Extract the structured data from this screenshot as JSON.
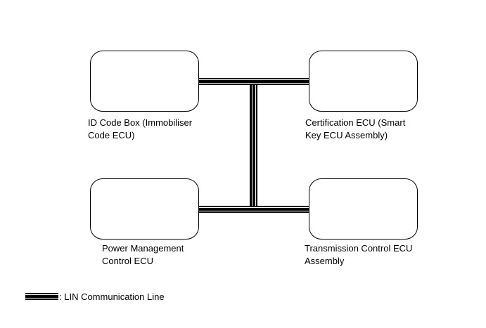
{
  "diagram": {
    "title_hint": "LIN communication network block diagram",
    "nodes": [
      {
        "id": "id-code-box",
        "label": "ID Code Box (Immobiliser\nCode ECU)"
      },
      {
        "id": "certification-ecu",
        "label": "Certification ECU (Smart\nKey ECU Assembly)"
      },
      {
        "id": "power-management-ecu",
        "label": "Power Management\nControl ECU"
      },
      {
        "id": "transmission-ecu",
        "label": "Transmission Control ECU\nAssembly"
      }
    ],
    "connections": [
      {
        "from": "id-code-box",
        "to": "certification-ecu",
        "type": "LIN"
      },
      {
        "from": "power-management-ecu",
        "to": "transmission-ecu",
        "type": "LIN"
      },
      {
        "from": "top-bus",
        "to": "bottom-bus",
        "type": "LIN"
      }
    ],
    "legend": {
      "label": ": LIN Communication Line"
    },
    "colors": {
      "line": "#000000",
      "background": "#ffffff",
      "text": "#000000"
    }
  }
}
